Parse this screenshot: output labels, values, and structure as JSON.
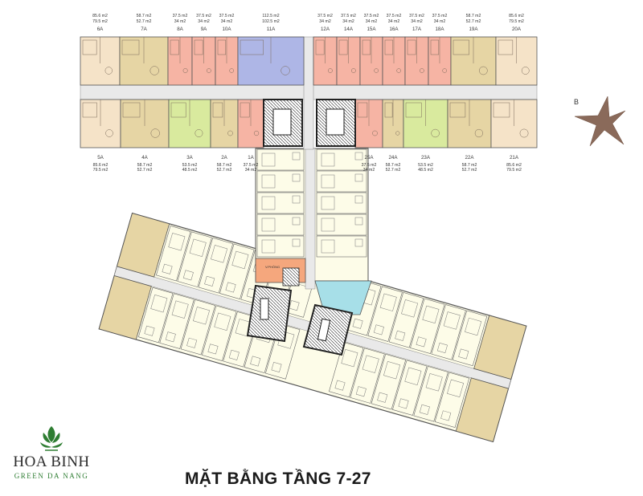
{
  "title": "MẶT BẰNG TẦNG 7-27",
  "logo": {
    "name": "HOA BINH",
    "subtitle": "GREEN DA NANG"
  },
  "compass_label": "B",
  "colors": {
    "beige": "#f5e3c8",
    "tan": "#e6d5a4",
    "pink": "#f6b4a4",
    "green": "#d9ea9e",
    "blue": "#aeb6e6",
    "corridor": "#e9e9e9",
    "cream": "#fdfce8",
    "orange": "#f5a77d",
    "cyan": "#a7dfe8",
    "dark": "#222222",
    "logo_green": "#2e7d32",
    "compass": "#8a6a5a"
  },
  "room_label": "V.PHÒNG",
  "top_units": [
    {
      "code": "6A",
      "a1": "85.6 m2",
      "a2": "79.5 m2",
      "color": "beige"
    },
    {
      "code": "7A",
      "a1": "58.7 m2",
      "a2": "52.7 m2",
      "color": "tan"
    },
    {
      "code": "8A",
      "a1": "37.5 m2",
      "a2": "34 m2",
      "color": "pink"
    },
    {
      "code": "9A",
      "a1": "37.5 m2",
      "a2": "34 m2",
      "color": "pink"
    },
    {
      "code": "10A",
      "a1": "37.5 m2",
      "a2": "34 m2",
      "color": "pink"
    },
    {
      "code": "11A",
      "a1": "112.5 m2",
      "a2": "102.5 m2",
      "color": "blue"
    },
    {
      "code": "12A",
      "a1": "37.5 m2",
      "a2": "34 m2",
      "color": "pink"
    },
    {
      "code": "14A",
      "a1": "37.5 m2",
      "a2": "34 m2",
      "color": "pink"
    },
    {
      "code": "15A",
      "a1": "37.5 m2",
      "a2": "34 m2",
      "color": "pink"
    },
    {
      "code": "16A",
      "a1": "37.5 m2",
      "a2": "34 m2",
      "color": "pink"
    },
    {
      "code": "17A",
      "a1": "37.5 m2",
      "a2": "34 m2",
      "color": "pink"
    },
    {
      "code": "18A",
      "a1": "37.5 m2",
      "a2": "34 m2",
      "color": "pink"
    },
    {
      "code": "19A",
      "a1": "58.7 m2",
      "a2": "52.7 m2",
      "color": "tan"
    },
    {
      "code": "20A",
      "a1": "85.6 m2",
      "a2": "79.5 m2",
      "color": "beige"
    }
  ],
  "bottom_units": [
    {
      "code": "5A",
      "a1": "85.6 m2",
      "a2": "79.5 m2",
      "color": "beige"
    },
    {
      "code": "4A",
      "a1": "58.7 m2",
      "a2": "52.7 m2",
      "color": "tan"
    },
    {
      "code": "3A",
      "a1": "53.5 m2",
      "a2": "48.5 m2",
      "color": "green"
    },
    {
      "code": "2A",
      "a1": "58.7 m2",
      "a2": "52.7 m2",
      "color": "tan"
    },
    {
      "code": "1A",
      "a1": "37.5 m2",
      "a2": "34 m2",
      "color": "pink"
    },
    {
      "code": "25A",
      "a1": "37.5 m2",
      "a2": "34 m2",
      "color": "pink"
    },
    {
      "code": "24A",
      "a1": "58.7 m2",
      "a2": "52.7 m2",
      "color": "tan"
    },
    {
      "code": "23A",
      "a1": "53.5 m2",
      "a2": "48.5 m2",
      "color": "green"
    },
    {
      "code": "22A",
      "a1": "58.7 m2",
      "a2": "52.7 m2",
      "color": "tan"
    },
    {
      "code": "21A",
      "a1": "85.6 m2",
      "a2": "79.5 m2",
      "color": "beige"
    }
  ]
}
